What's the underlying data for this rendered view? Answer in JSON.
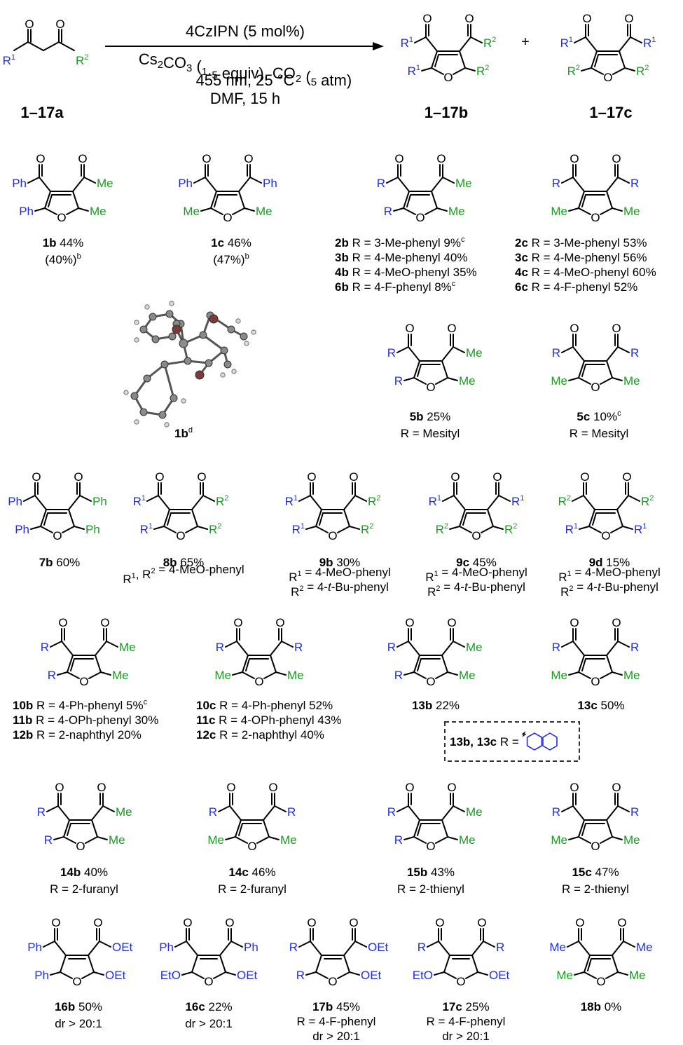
{
  "reaction": {
    "reactant": {
      "id": "1–17a",
      "r1": "R",
      "r1_sup": "1",
      "r2": "R",
      "r2_sup": "2",
      "o": "O"
    },
    "conditions": {
      "line1": "4CzIPN (5 mol%)",
      "line2": "Cs2CO3 (1.5 equiv), CO2 (5 atm)",
      "line3": "455 nm, 25 °C",
      "line4": "DMF, 15 h"
    },
    "plus": "+",
    "product_b": {
      "id": "1–17b"
    },
    "product_c": {
      "id": "1–17c"
    }
  },
  "compounds": [
    {
      "key": "1b",
      "tl": "Ph",
      "tr": "Me",
      "bl": "Ph",
      "br": "Me",
      "tl_color": "blue",
      "tr_color": "green",
      "bl_color": "blue",
      "br_color": "green",
      "captions": [
        [
          {
            "t": "1b",
            "b": true
          },
          {
            "t": " 44%"
          }
        ],
        [
          {
            "t": "(40%)"
          },
          {
            "t": "b",
            "sup": true
          }
        ]
      ]
    },
    {
      "key": "1c",
      "tl": "Ph",
      "tr": "Ph",
      "bl": "Me",
      "br": "Me",
      "tl_color": "blue",
      "tr_color": "blue",
      "bl_color": "green",
      "br_color": "green",
      "captions": [
        [
          {
            "t": "1c",
            "b": true
          },
          {
            "t": " 46%"
          }
        ],
        [
          {
            "t": "(47%)"
          },
          {
            "t": "b",
            "sup": true
          }
        ]
      ]
    },
    {
      "key": "2-6b",
      "tl": "R",
      "tr": "Me",
      "bl": "R",
      "br": "Me",
      "tl_color": "blue",
      "tr_color": "green",
      "bl_color": "blue",
      "br_color": "green",
      "captions": [
        [
          {
            "t": "2b",
            "b": true
          },
          {
            "t": " R = 3-Me-phenyl  9%"
          },
          {
            "t": "c",
            "sup": true
          }
        ],
        [
          {
            "t": "3b",
            "b": true
          },
          {
            "t": " R = 4-Me-phenyl  40%"
          }
        ],
        [
          {
            "t": "4b",
            "b": true
          },
          {
            "t": " R = 4-MeO-phenyl  35%"
          }
        ],
        [
          {
            "t": "6b",
            "b": true
          },
          {
            "t": " R = 4-F-phenyl  8%"
          },
          {
            "t": "c",
            "sup": true
          }
        ]
      ]
    },
    {
      "key": "2-6c",
      "tl": "R",
      "tr": "R",
      "bl": "Me",
      "br": "Me",
      "tl_color": "blue",
      "tr_color": "blue",
      "bl_color": "green",
      "br_color": "green",
      "captions": [
        [
          {
            "t": "2c",
            "b": true
          },
          {
            "t": " R = 3-Me-phenyl  53%"
          }
        ],
        [
          {
            "t": "3c",
            "b": true
          },
          {
            "t": " R = 4-Me-phenyl  56%"
          }
        ],
        [
          {
            "t": "4c",
            "b": true
          },
          {
            "t": " R = 4-MeO-phenyl 60%"
          }
        ],
        [
          {
            "t": "6c",
            "b": true
          },
          {
            "t": " R = 4-F-phenyl  52%"
          }
        ]
      ]
    },
    {
      "key": "5b",
      "tl": "R",
      "tr": "Me",
      "bl": "R",
      "br": "Me",
      "tl_color": "blue",
      "tr_color": "green",
      "bl_color": "blue",
      "br_color": "green",
      "captions": [
        [
          {
            "t": "5b",
            "b": true
          },
          {
            "t": " 25%"
          }
        ],
        [
          {
            "t": "R = Mesityl"
          }
        ]
      ]
    },
    {
      "key": "5c",
      "tl": "R",
      "tr": "R",
      "bl": "Me",
      "br": "Me",
      "tl_color": "blue",
      "tr_color": "blue",
      "bl_color": "green",
      "br_color": "green",
      "captions": [
        [
          {
            "t": "5c",
            "b": true
          },
          {
            "t": " 10%"
          },
          {
            "t": "c",
            "sup": true
          }
        ],
        [
          {
            "t": "R = Mesityl"
          }
        ]
      ]
    },
    {
      "key": "7b",
      "tl": "Ph",
      "tr": "Ph",
      "bl": "Ph",
      "br": "Ph",
      "tl_color": "blue",
      "tr_color": "green",
      "bl_color": "blue",
      "br_color": "green",
      "captions": [
        [
          {
            "t": "7b",
            "b": true
          },
          {
            "t": " 60%"
          }
        ]
      ]
    },
    {
      "key": "8b",
      "tl": "R1",
      "tr": "R2",
      "bl": "R1",
      "br": "R2",
      "tl_color": "blue",
      "tr_color": "green",
      "bl_color": "blue",
      "br_color": "green",
      "captions": [
        [
          {
            "t": "8b",
            "b": true
          },
          {
            "t": " 65%"
          }
        ],
        [
          {
            "t": "R"
          },
          {
            "t": "1",
            "sup": true
          },
          {
            "t": ", R"
          },
          {
            "t": "2",
            "sup": true
          },
          {
            "t": " = 4-MeO-phenyl"
          }
        ]
      ]
    },
    {
      "key": "9b",
      "tl": "R1",
      "tr": "R2",
      "bl": "R1",
      "br": "R2",
      "tl_color": "blue",
      "tr_color": "green",
      "bl_color": "blue",
      "br_color": "green",
      "captions": [
        [
          {
            "t": "9b",
            "b": true
          },
          {
            "t": " 30%"
          }
        ],
        [
          {
            "t": "R"
          },
          {
            "t": "1",
            "sup": true
          },
          {
            "t": " = 4-MeO-phenyl"
          }
        ],
        [
          {
            "t": "R"
          },
          {
            "t": "2",
            "sup": true
          },
          {
            "t": " = 4-"
          },
          {
            "t": "t",
            "i": true
          },
          {
            "t": "-Bu-phenyl"
          }
        ]
      ]
    },
    {
      "key": "9c",
      "tl": "R1",
      "tr": "R1",
      "bl": "R2",
      "br": "R2",
      "tl_color": "blue",
      "tr_color": "blue",
      "bl_color": "green",
      "br_color": "green",
      "captions": [
        [
          {
            "t": "9c",
            "b": true
          },
          {
            "t": " 45%"
          }
        ],
        [
          {
            "t": "R"
          },
          {
            "t": "1",
            "sup": true
          },
          {
            "t": " = 4-MeO-phenyl"
          }
        ],
        [
          {
            "t": "R"
          },
          {
            "t": "2",
            "sup": true
          },
          {
            "t": " = 4-"
          },
          {
            "t": "t",
            "i": true
          },
          {
            "t": "-Bu-phenyl"
          }
        ]
      ]
    },
    {
      "key": "9d",
      "tl": "R2",
      "tr": "R2",
      "bl": "R1",
      "br": "R1",
      "tl_color": "green",
      "tr_color": "green",
      "bl_color": "blue",
      "br_color": "blue",
      "captions": [
        [
          {
            "t": "9d",
            "b": true
          },
          {
            "t": " 15%"
          }
        ],
        [
          {
            "t": "R"
          },
          {
            "t": "1",
            "sup": true
          },
          {
            "t": " = 4-MeO-phenyl"
          }
        ],
        [
          {
            "t": "R"
          },
          {
            "t": "2",
            "sup": true
          },
          {
            "t": " = 4-"
          },
          {
            "t": "t",
            "i": true
          },
          {
            "t": "-Bu-phenyl"
          }
        ]
      ]
    },
    {
      "key": "10-12b",
      "tl": "R",
      "tr": "Me",
      "bl": "R",
      "br": "Me",
      "tl_color": "blue",
      "tr_color": "green",
      "bl_color": "blue",
      "br_color": "green",
      "captions": [
        [
          {
            "t": "10b",
            "b": true
          },
          {
            "t": " R = 4-Ph-phenyl  5%"
          },
          {
            "t": "c",
            "sup": true
          }
        ],
        [
          {
            "t": "11b",
            "b": true
          },
          {
            "t": " R = 4-OPh-phenyl  30%"
          }
        ],
        [
          {
            "t": "12b",
            "b": true
          },
          {
            "t": " R = 2-naphthyl  20%"
          }
        ]
      ]
    },
    {
      "key": "10-12c",
      "tl": "R",
      "tr": "R",
      "bl": "Me",
      "br": "Me",
      "tl_color": "blue",
      "tr_color": "blue",
      "bl_color": "green",
      "br_color": "green",
      "captions": [
        [
          {
            "t": "10c",
            "b": true
          },
          {
            "t": " R = 4-Ph-phenyl  52%"
          }
        ],
        [
          {
            "t": "11c",
            "b": true
          },
          {
            "t": " R = 4-OPh-phenyl  43%"
          }
        ],
        [
          {
            "t": "12c",
            "b": true
          },
          {
            "t": " R = 2-naphthyl  40%"
          }
        ]
      ]
    },
    {
      "key": "13b",
      "tl": "R",
      "tr": "Me",
      "bl": "R",
      "br": "Me",
      "tl_color": "blue",
      "tr_color": "green",
      "bl_color": "blue",
      "br_color": "green",
      "captions": [
        [
          {
            "t": "13b",
            "b": true
          },
          {
            "t": " 22%"
          }
        ]
      ]
    },
    {
      "key": "13c",
      "tl": "R",
      "tr": "R",
      "bl": "Me",
      "br": "Me",
      "tl_color": "blue",
      "tr_color": "blue",
      "bl_color": "green",
      "br_color": "green",
      "captions": [
        [
          {
            "t": "13c",
            "b": true
          },
          {
            "t": " 50%"
          }
        ]
      ]
    },
    {
      "key": "14b",
      "tl": "R",
      "tr": "Me",
      "bl": "R",
      "br": "Me",
      "tl_color": "blue",
      "tr_color": "green",
      "bl_color": "blue",
      "br_color": "green",
      "captions": [
        [
          {
            "t": "14b",
            "b": true
          },
          {
            "t": " 40%"
          }
        ],
        [
          {
            "t": "R = 2-furanyl"
          }
        ]
      ]
    },
    {
      "key": "14c",
      "tl": "R",
      "tr": "R",
      "bl": "Me",
      "br": "Me",
      "tl_color": "blue",
      "tr_color": "blue",
      "bl_color": "green",
      "br_color": "green",
      "captions": [
        [
          {
            "t": "14c",
            "b": true
          },
          {
            "t": " 46%"
          }
        ],
        [
          {
            "t": "R = 2-furanyl"
          }
        ]
      ]
    },
    {
      "key": "15b",
      "tl": "R",
      "tr": "Me",
      "bl": "R",
      "br": "Me",
      "tl_color": "blue",
      "tr_color": "green",
      "bl_color": "blue",
      "br_color": "green",
      "captions": [
        [
          {
            "t": "15b",
            "b": true
          },
          {
            "t": " 43%"
          }
        ],
        [
          {
            "t": "R = 2-thienyl"
          }
        ]
      ]
    },
    {
      "key": "15c",
      "tl": "R",
      "tr": "R",
      "bl": "Me",
      "br": "Me",
      "tl_color": "blue",
      "tr_color": "blue",
      "bl_color": "green",
      "br_color": "green",
      "captions": [
        [
          {
            "t": "15c",
            "b": true
          },
          {
            "t": " 47%"
          }
        ],
        [
          {
            "t": "R = 2-thienyl"
          }
        ]
      ]
    },
    {
      "key": "16b",
      "tl": "Ph",
      "tr": "OEt",
      "bl": "Ph",
      "br": "OEt",
      "tl_color": "blue",
      "tr_color": "blue",
      "bl_color": "blue",
      "br_color": "blue",
      "sat": true,
      "captions": [
        [
          {
            "t": "16b",
            "b": true
          },
          {
            "t": " 50%"
          }
        ],
        [
          {
            "t": "dr > 20:1"
          }
        ]
      ]
    },
    {
      "key": "16c",
      "tl": "Ph",
      "tr": "Ph",
      "bl": "EtO",
      "br": "OEt",
      "tl_color": "blue",
      "tr_color": "blue",
      "bl_color": "blue",
      "br_color": "blue",
      "sat": true,
      "captions": [
        [
          {
            "t": "16c",
            "b": true
          },
          {
            "t": " 22%"
          }
        ],
        [
          {
            "t": "dr > 20:1"
          }
        ]
      ]
    },
    {
      "key": "17b",
      "tl": "R",
      "tr": "OEt",
      "bl": "R",
      "br": "OEt",
      "tl_color": "blue",
      "tr_color": "blue",
      "bl_color": "blue",
      "br_color": "blue",
      "sat": true,
      "captions": [
        [
          {
            "t": "17b",
            "b": true
          },
          {
            "t": " 45%"
          }
        ],
        [
          {
            "t": "R = 4-F-phenyl"
          }
        ],
        [
          {
            "t": "dr > 20:1"
          }
        ]
      ]
    },
    {
      "key": "17c",
      "tl": "R",
      "tr": "R",
      "bl": "EtO",
      "br": "OEt",
      "tl_color": "blue",
      "tr_color": "blue",
      "bl_color": "blue",
      "br_color": "blue",
      "sat": true,
      "captions": [
        [
          {
            "t": "17c",
            "b": true
          },
          {
            "t": " 25%"
          }
        ],
        [
          {
            "t": "R = 4-F-phenyl"
          }
        ],
        [
          {
            "t": "dr > 20:1"
          }
        ]
      ]
    },
    {
      "key": "18b",
      "tl": "Me",
      "tr": "Me",
      "bl": "Me",
      "br": "Me",
      "tl_color": "blue",
      "tr_color": "blue",
      "bl_color": "green",
      "br_color": "green",
      "captions": [
        [
          {
            "t": "18b",
            "b": true
          },
          {
            "t": " 0%"
          }
        ]
      ]
    }
  ],
  "crystal": {
    "caption": "1b",
    "caption_sup": "d"
  },
  "inset": {
    "label_bold": "13b, 13c",
    "label_rest": " R ="
  },
  "ring_o": "O",
  "colors": {
    "blue": "#1f2fe0",
    "green": "#1a9b22",
    "black": "#000000",
    "dashed_box": "#333333"
  }
}
